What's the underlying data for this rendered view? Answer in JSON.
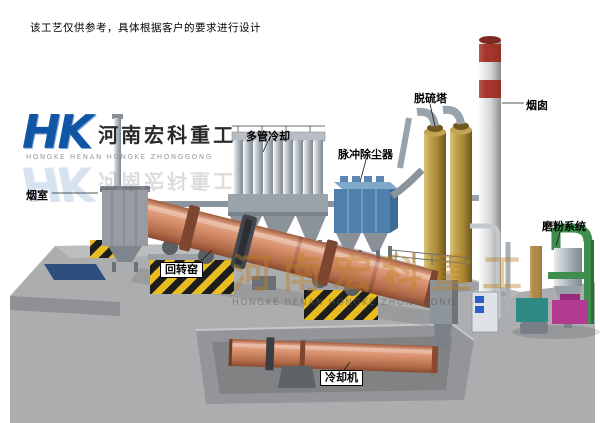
{
  "disclaimer": "该工艺仅供参考，具体根据客户的要求进行设计",
  "logo": {
    "monogram": "HK",
    "company_cn": "河南宏科重工",
    "company_en": "HONGKE HENAN HONGKE ZHONGGONG"
  },
  "watermark": {
    "cn": "河南宏科重工",
    "en": "HONGKE HENAN HONGKE ZHONGGONG"
  },
  "equipment_labels": {
    "smoke_chamber": "烟室",
    "multi_tube_cooler": "多管冷却",
    "pulse_dust_collector": "脉冲除尘器",
    "desulfurization_tower": "脱硫塔",
    "chimney": "烟囱",
    "grinding_system": "磨粉系统",
    "rotary_kiln": "回转窑",
    "cooling_machine": "冷却机"
  },
  "colors": {
    "kiln_body": "#d68d6a",
    "dust_collector_blue": "#4e80ab",
    "tower_khaki": "#b5953f",
    "chimney_band_red": "#a5352a",
    "hazard_yellow": "#e9bc22",
    "logo_blue": "#1156a5",
    "watermark_gold": "#bc8022",
    "ground_gray": "#acadaf"
  }
}
